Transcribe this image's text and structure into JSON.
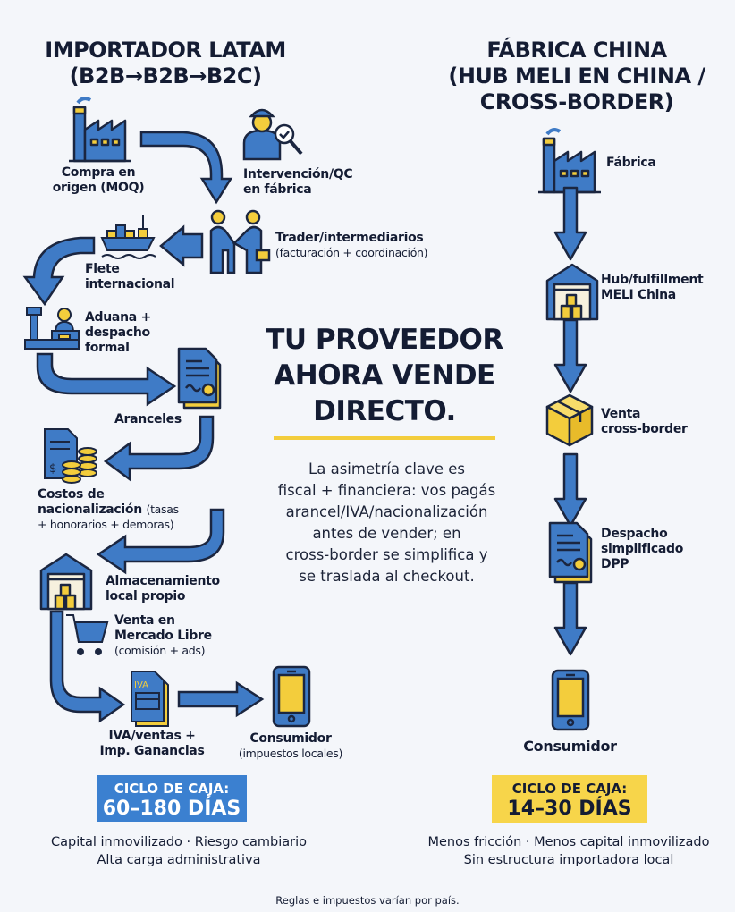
{
  "left": {
    "title": [
      "IMPORTADOR LATAM",
      "(B2B→B2B→B2C)"
    ],
    "steps": [
      {
        "icon": "factory-icon",
        "label": "Compra en origen (MOQ)",
        "l1": "Compra en",
        "l2": "origen (MOQ)"
      },
      {
        "icon": "inspector-icon",
        "l1": "Intervención/QC",
        "l2": "en fábrica"
      },
      {
        "icon": "handshake-icon",
        "l1": "Trader/intermediarios",
        "sub": "(facturación + coordinación)"
      },
      {
        "icon": "cargo-ship-icon",
        "l1": "Flete",
        "l2": "internacional"
      },
      {
        "icon": "customs-icon",
        "l1": "Aduana +",
        "l2": "despacho",
        "l3": "formal"
      },
      {
        "icon": "certificate-document-icon",
        "l1": "Aranceles"
      },
      {
        "icon": "coins-document-icon",
        "l1": "Costos de",
        "l2": "nacionalización",
        "sub1": "(tasas",
        "sub2": "+ honorarios + demoras)"
      },
      {
        "icon": "warehouse-icon",
        "l1": "Almacenamiento",
        "l2": "local propio"
      },
      {
        "icon": "shopping-cart-icon",
        "l1": "Venta en",
        "l2": "Mercado Libre",
        "sub": "(comisión + ads)"
      },
      {
        "icon": "tax-document-icon",
        "icon_text": "IVA",
        "l1": "IVA/ventas +",
        "l2": "Imp. Ganancias"
      },
      {
        "icon": "smartphone-icon",
        "l1": "Consumidor",
        "sub": "(impuestos locales)"
      }
    ],
    "badge": {
      "title": "CICLO DE CAJA:",
      "value": "60–180 DÍAS",
      "color": "#3b80d0"
    },
    "caption": [
      "Capital inmovilizado · Riesgo cambiario",
      "Alta carga administrativa"
    ]
  },
  "right": {
    "title": [
      "FÁBRICA CHINA",
      "(HUB MELI EN CHINA /",
      "CROSS-BORDER)"
    ],
    "steps": [
      {
        "icon": "factory-icon",
        "l1": "Fábrica"
      },
      {
        "icon": "warehouse-icon",
        "l1": "Hub/fulfillment",
        "l2": "MELI China"
      },
      {
        "icon": "package-icon",
        "l1": "Venta",
        "l2": "cross-border"
      },
      {
        "icon": "certificate-document-icon",
        "l1": "Despacho",
        "l2": "simplificado",
        "l3": "DPP"
      },
      {
        "icon": "smartphone-icon",
        "l1": "Consumidor"
      }
    ],
    "badge": {
      "title": "CICLO DE CAJA:",
      "value": "14–30 DÍAS",
      "color": "#f7d54a"
    },
    "caption": [
      "Menos fricción · Menos capital inmovilizado",
      "Sin estructura importadora local"
    ]
  },
  "center": {
    "headline": [
      "TU PROVEEDOR",
      "AHORA VENDE",
      "DIRECTO."
    ],
    "body": [
      "La asimetría clave es",
      "fiscal + financiera: vos pagás",
      "arancel/IVA/nacionalización",
      "antes de vender; en",
      "cross-border se simplifica y",
      "se traslada al checkout."
    ]
  },
  "footer": "Reglas e impuestos varían por país.",
  "colors": {
    "blue": "#3f7bc6",
    "outline": "#1b2640",
    "yellow": "#f3cd3c",
    "background": "#f4f6fa"
  }
}
